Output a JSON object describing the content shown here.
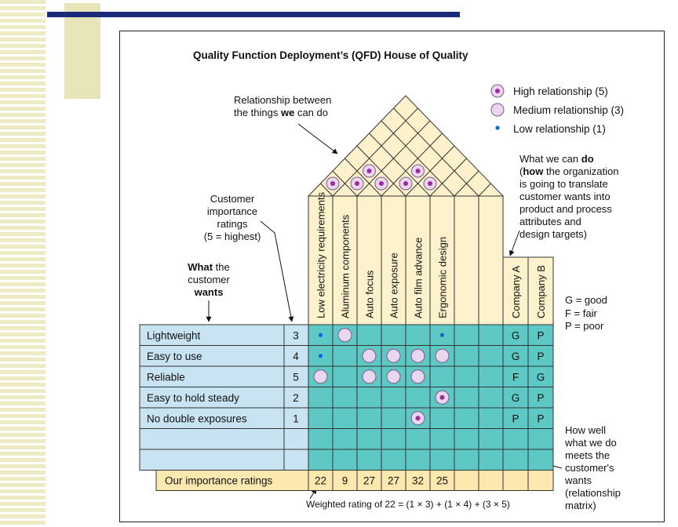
{
  "title": "Quality Function Deployment’s (QFD) House of Quality",
  "legend": {
    "high": "High relationship (5)",
    "medium": "Medium relationship (3)",
    "low": "Low relationship (1)"
  },
  "annotations": {
    "roof": [
      "Relationship between",
      "the things ",
      "we",
      " can do"
    ],
    "importance": [
      "Customer",
      "importance",
      "ratings",
      "(5 = highest)"
    ],
    "what_bold_1": "What",
    "what_rest_1": " the",
    "what_line_2": "customer",
    "what_bold_3": "wants",
    "can_do_1": "What we can ",
    "can_do_1b": "do",
    "can_do_2a": "(",
    "can_do_2b": "how",
    "can_do_2c": " the organization",
    "can_do_rest": [
      "is going to translate",
      "customer wants into",
      "product and process",
      "attributes and",
      "design targets)"
    ],
    "how_well": [
      "How well",
      "what we do",
      "meets the",
      "customer's",
      "wants",
      "(relationship",
      "matrix)"
    ],
    "weighted": "Weighted rating of 22 = (1 × 3) + (1 × 4) + (3 × 5)"
  },
  "scale_key": [
    "G = good",
    "F = fair",
    "P = poor"
  ],
  "columns": [
    "Low electricity requirements",
    "Aluminum components",
    "Auto focus",
    "Auto exposure",
    "Auto film advance",
    "Ergonomic design",
    "",
    ""
  ],
  "competitors": [
    "Company A",
    "Company B"
  ],
  "rows": [
    {
      "want": "Lightweight",
      "importance": "3",
      "rel": [
        "low",
        "medium",
        "",
        "",
        "",
        "low",
        "",
        ""
      ],
      "comp": [
        "G",
        "P"
      ]
    },
    {
      "want": "Easy to use",
      "importance": "4",
      "rel": [
        "low",
        "",
        "medium",
        "medium",
        "medium",
        "medium",
        "",
        ""
      ],
      "comp": [
        "G",
        "P"
      ]
    },
    {
      "want": "Reliable",
      "importance": "5",
      "rel": [
        "medium",
        "",
        "medium",
        "medium",
        "medium",
        "",
        "",
        ""
      ],
      "comp": [
        "F",
        "G"
      ]
    },
    {
      "want": "Easy to hold steady",
      "importance": "2",
      "rel": [
        "",
        "",
        "",
        "",
        "",
        "high",
        "",
        ""
      ],
      "comp": [
        "G",
        "P"
      ]
    },
    {
      "want": "No double exposures",
      "importance": "1",
      "rel": [
        "",
        "",
        "",
        "",
        "high",
        "",
        "",
        ""
      ],
      "comp": [
        "P",
        "P"
      ]
    },
    {
      "want": "",
      "importance": "",
      "rel": [
        "",
        "",
        "",
        "",
        "",
        "",
        "",
        ""
      ],
      "comp": [
        "",
        ""
      ]
    },
    {
      "want": "",
      "importance": "",
      "rel": [
        "",
        "",
        "",
        "",
        "",
        "",
        "",
        ""
      ],
      "comp": [
        "",
        ""
      ]
    }
  ],
  "importance_label": "Our importance ratings",
  "importance_ratings": [
    "22",
    "9",
    "27",
    "27",
    "32",
    "25",
    "",
    ""
  ],
  "roof_correlations": [
    [
      0,
      1
    ],
    [
      1,
      2
    ],
    [
      1,
      3
    ],
    [
      2,
      3
    ],
    [
      3,
      4
    ],
    [
      3,
      5
    ],
    [
      4,
      5
    ]
  ],
  "colors": {
    "teal": "#5ec8c5",
    "blue": "#c8e4f2",
    "cream": "#fdf2cc",
    "dot": "#a02a9c",
    "low_dot": "#0a6ad8"
  }
}
